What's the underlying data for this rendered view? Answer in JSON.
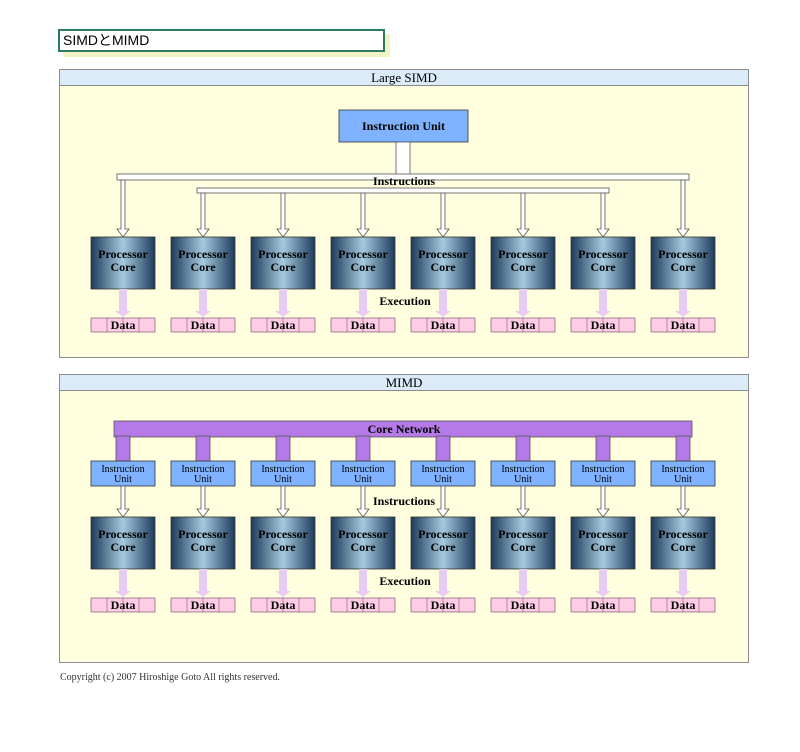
{
  "title": "SIMDとMIMD",
  "simd": {
    "header": "Large SIMD",
    "instruction_unit": "Instruction Unit",
    "instructions_label": "Instructions",
    "execution_label": "Execution",
    "core_line1": "Processor",
    "core_line2": "Core",
    "data_label": "Data"
  },
  "mimd": {
    "header": "MIMD",
    "network_label": "Core Network",
    "unit_line1": "Instruction",
    "unit_line2": "Unit",
    "instructions_label": "Instructions",
    "execution_label": "Execution",
    "core_line1": "Processor",
    "core_line2": "Core",
    "data_label": "Data"
  },
  "copyright": "Copyright (c) 2007 Hiroshige Goto All rights reserved.",
  "colors": {
    "instruction_unit": "#7fb2ff",
    "core_dark": "#1e3a5c",
    "core_light": "#9fc4d8",
    "network": "#b57ae8",
    "data": "#ffcce6",
    "execution_arrow": "#e6ccf0"
  }
}
